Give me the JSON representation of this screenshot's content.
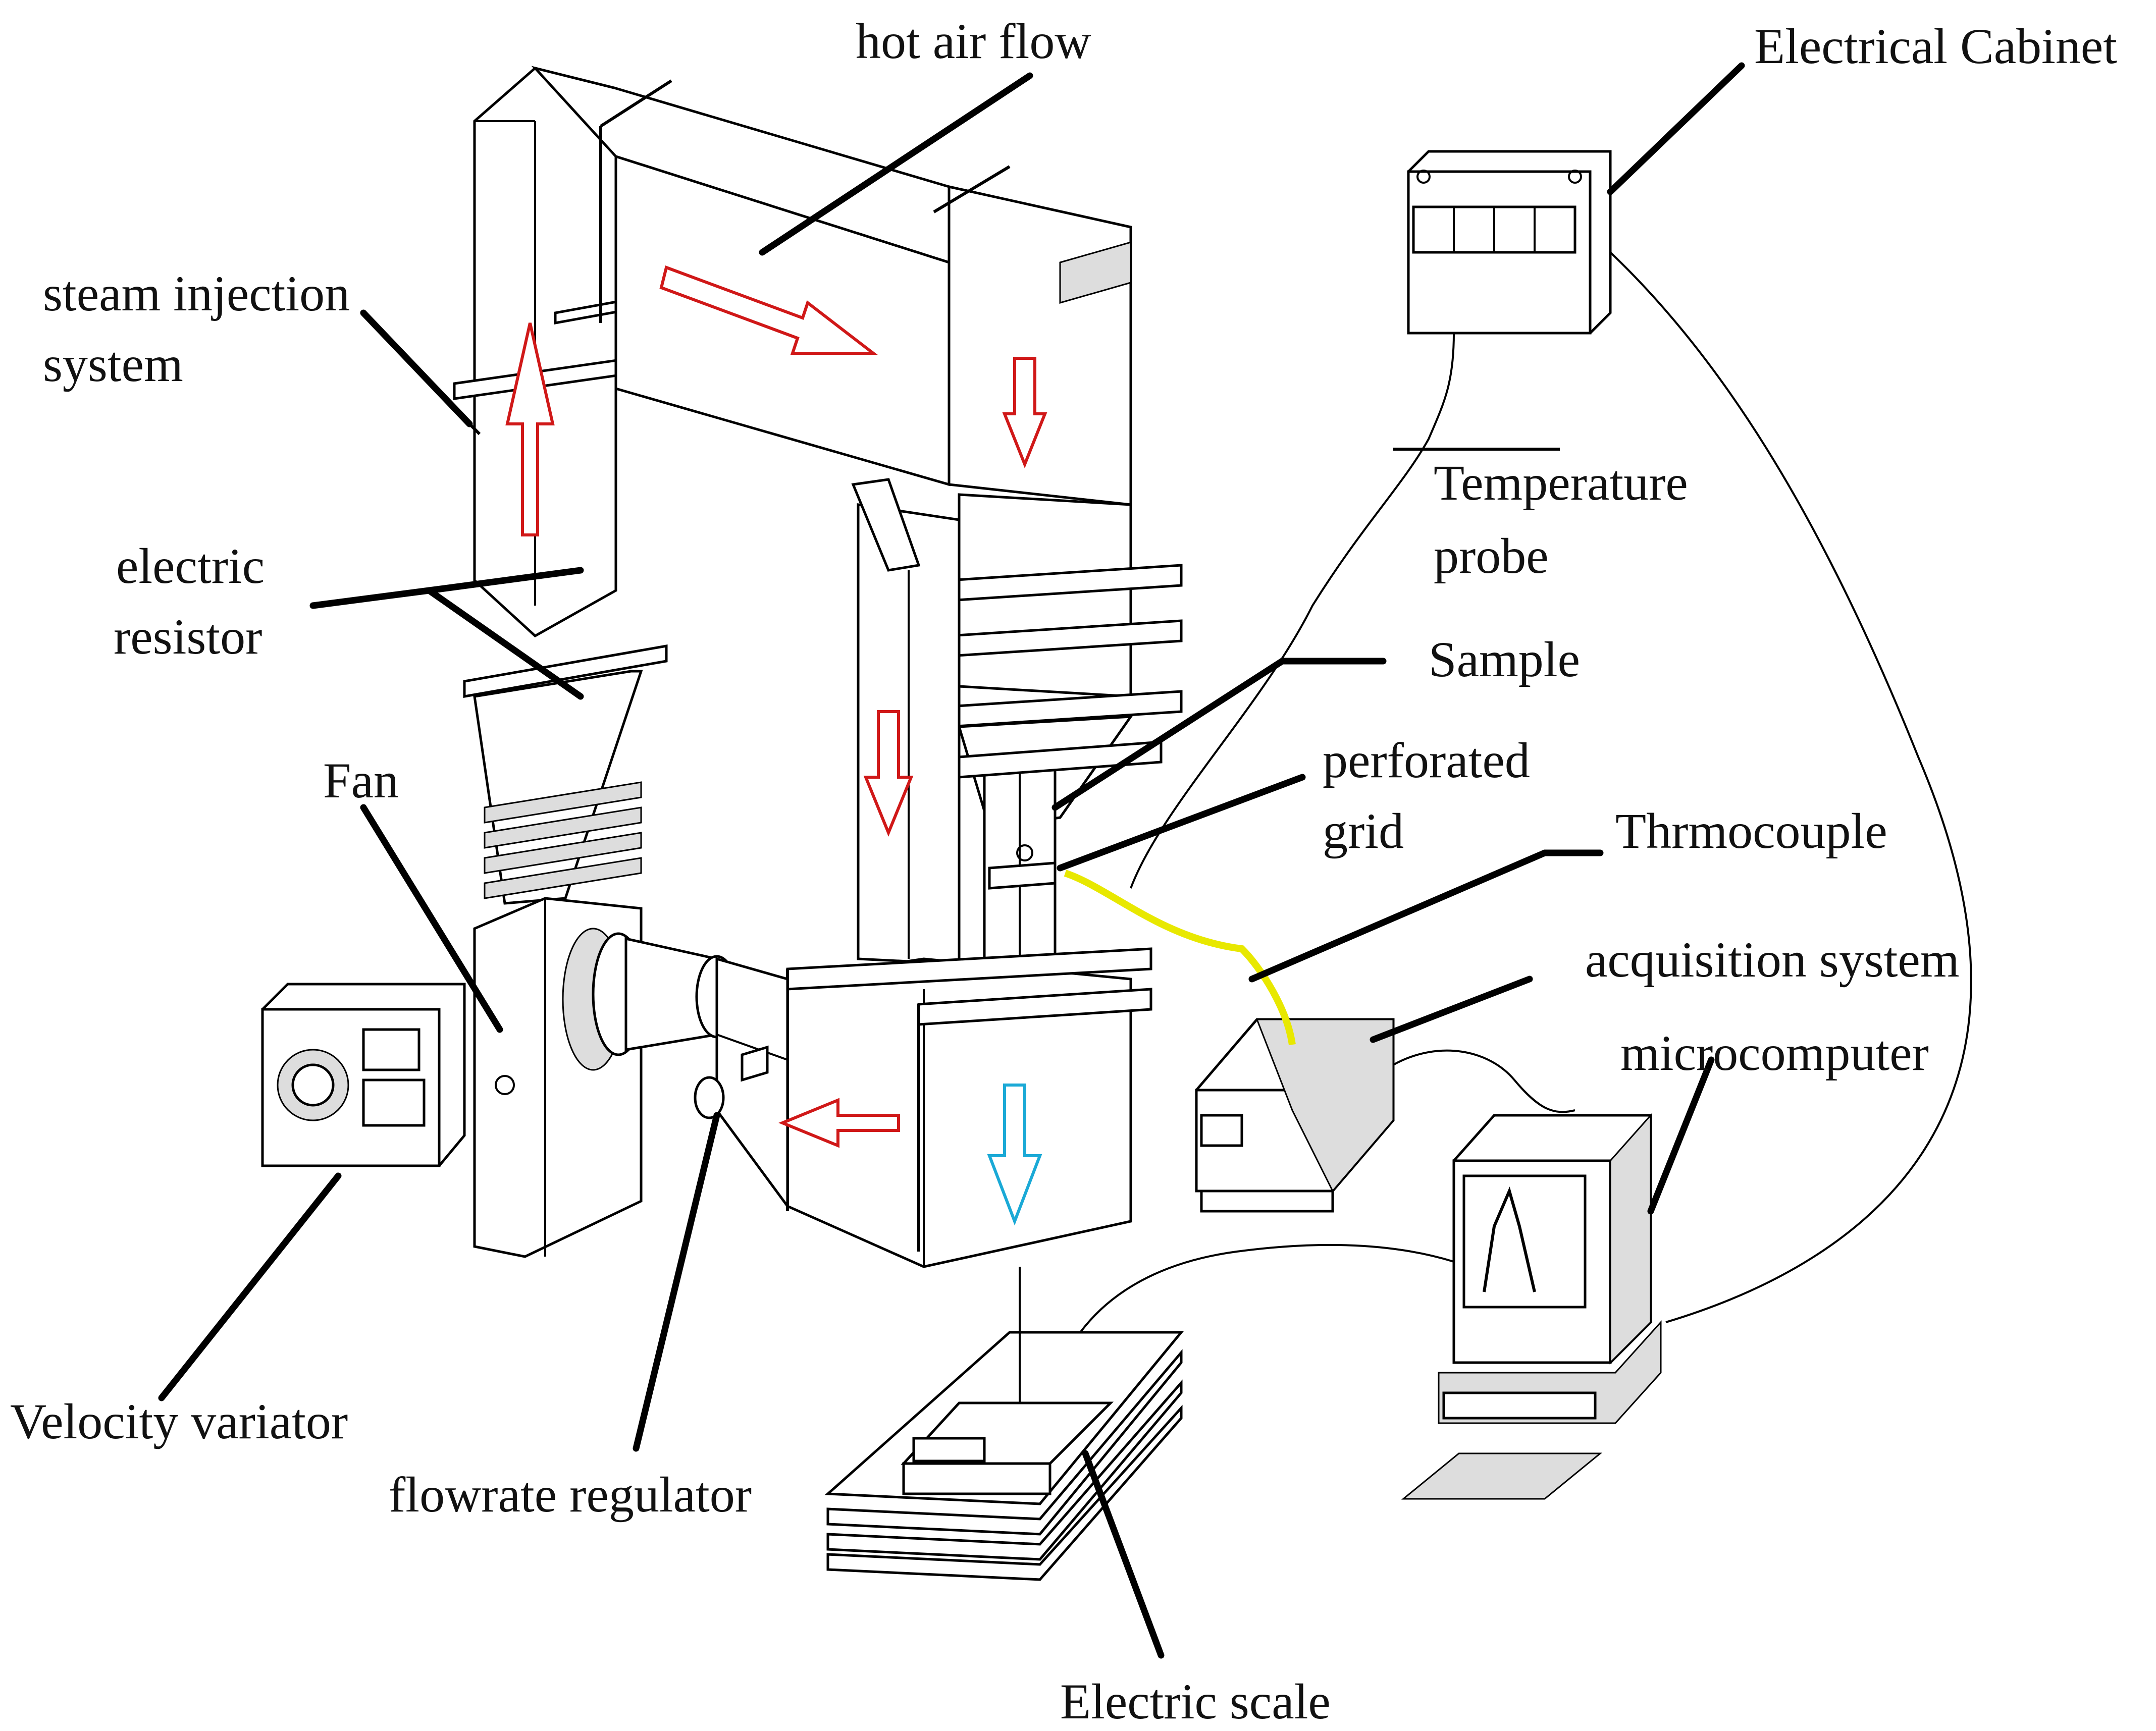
{
  "labels": {
    "hot_air_flow": "hot air flow",
    "electrical_cabinet": "Electrical Cabinet",
    "steam_injection_line1": "steam injection",
    "steam_injection_line2": "system",
    "electric_resistor_line1": "electric",
    "electric_resistor_line2": "resistor",
    "fan": "Fan",
    "temperature_probe_line1": "Temperature",
    "temperature_probe_line2": "probe",
    "sample": "Sample",
    "perforated_grid_line1": "perforated",
    "perforated_grid_line2": "grid",
    "thermocouple": "Thrmocouple",
    "acquisition_system": "acquisition system",
    "microcomputer": "microcomputer",
    "velocity_variator": "Velocity variator",
    "flowrate_regulator": "flowrate regulator",
    "electric_scale": "Electric scale"
  },
  "colors": {
    "flow_arrow": "#d01818",
    "exhaust_arrow": "#1aa9d6",
    "thermocouple_wire": "#e8e800"
  },
  "icons": [
    "fan-icon",
    "velocity-variator-icon",
    "electrical-cabinet-icon",
    "acquisition-system-icon",
    "microcomputer-icon",
    "electric-scale-icon",
    "flowrate-regulator-icon"
  ]
}
